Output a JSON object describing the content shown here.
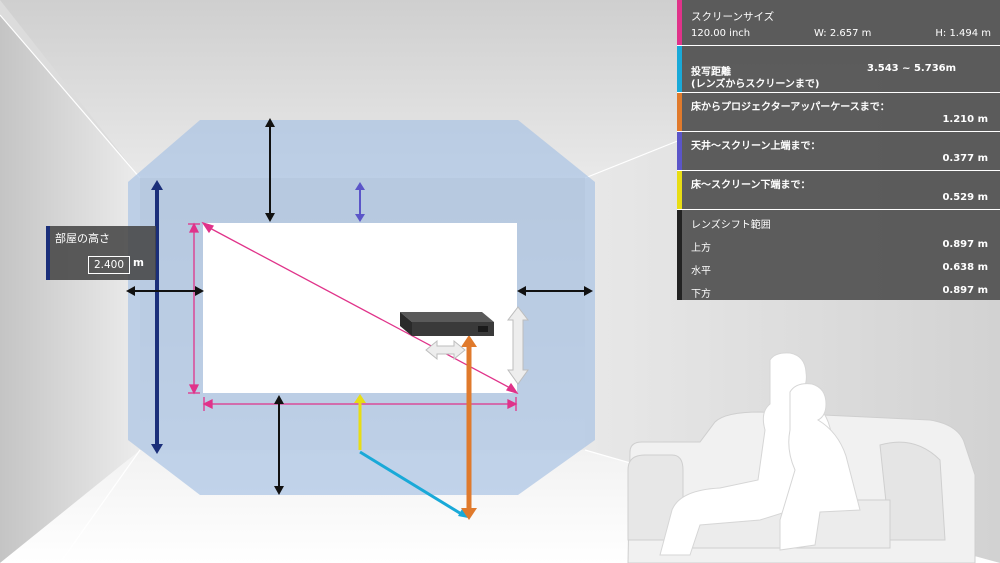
{
  "room_height": {
    "label": "部屋の高さ",
    "value": "2.400",
    "unit": "m"
  },
  "info": {
    "screen_size": {
      "title": "スクリーンサイズ",
      "diagonal": "120.00 inch",
      "width": "W: 2.657 m",
      "height": "H: 1.494 m",
      "color": "#e0338a"
    },
    "throw_distance": {
      "title_line1": "投写距離",
      "title_line2": "(レンズからスクリーンまで)",
      "value": "3.543 ~ 5.736m",
      "color": "#19a9d8"
    },
    "floor_to_projector": {
      "title": "床からプロジェクターアッパーケースまで：",
      "value": "1.210 m",
      "color": "#e07a2c"
    },
    "ceiling_to_screen": {
      "title": "天井〜スクリーン上端まで：",
      "value": "0.377 m",
      "color": "#5b55c8"
    },
    "floor_to_screen": {
      "title": "床〜スクリーン下端まで：",
      "value": "0.529 m",
      "color": "#e8dd14"
    },
    "lens_shift": {
      "title": "レンズシフト範囲",
      "items": [
        {
          "label": "上方",
          "value": "0.897 m"
        },
        {
          "label": "水平",
          "value": "0.638 m"
        },
        {
          "label": "下方",
          "value": "0.897 m"
        }
      ]
    }
  },
  "colors": {
    "room_height_bar": "#1b2f7a",
    "dimension_black": "#111111",
    "shift_area": "#a9c3e4"
  }
}
